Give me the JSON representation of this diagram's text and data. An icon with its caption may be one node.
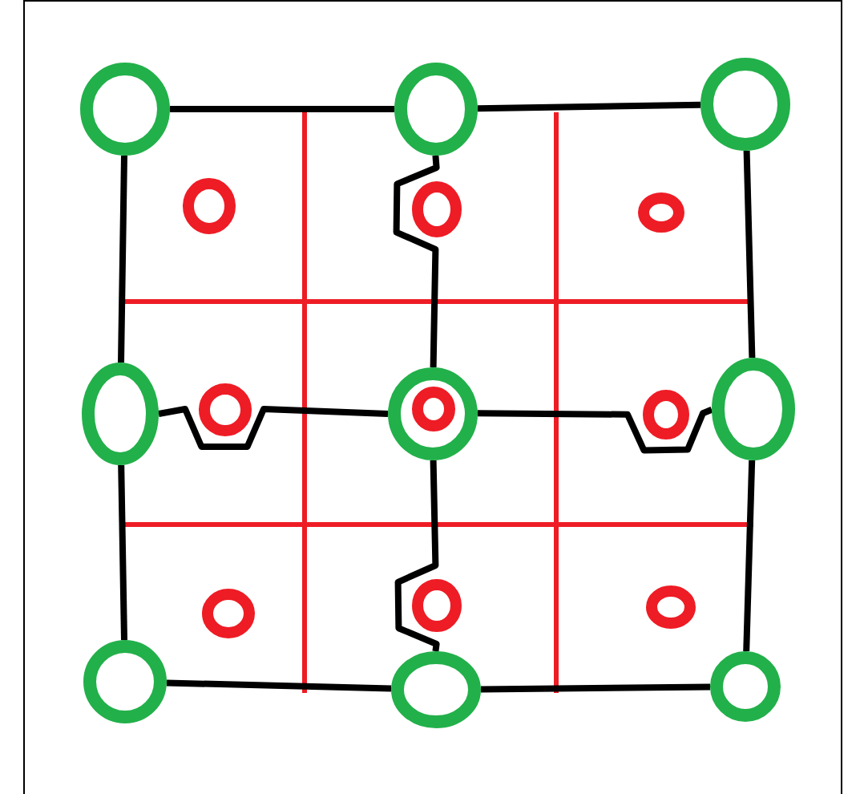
{
  "diagram": {
    "nodes": [
      {
        "text": [],
        "shape": "circle"
      },
      {
        "text": [],
        "shape": "circle"
      },
      {
        "text": [],
        "shape": "circle"
      },
      {
        "text": [],
        "shape": "circle"
      },
      {
        "text": [],
        "shape": "circle"
      },
      {
        "text": [],
        "shape": "circle"
      },
      {
        "text": [],
        "shape": "circle"
      },
      {
        "text": [],
        "shape": "circle"
      },
      {
        "text": [],
        "shape": "circle"
      },
      {
        "text": [],
        "shape": "circle"
      },
      {
        "text": [],
        "shape": "circle"
      },
      {
        "text": [],
        "shape": "circle"
      },
      {
        "text": [],
        "shape": "circle"
      },
      {
        "text": [],
        "shape": "circle",
        "in": 4
      },
      {
        "text": [],
        "shape": "circle"
      },
      {
        "text": [],
        "shape": "circle"
      },
      {
        "text": [],
        "shape": "circle"
      },
      {
        "text": [],
        "shape": "circle"
      }
    ],
    "edges": [
      {
        "from": 0,
        "to": 1,
        "arrow": "none"
      },
      {
        "from": 1,
        "to": 2,
        "arrow": "none"
      },
      {
        "from": 3,
        "to": 4,
        "arrow": "none"
      },
      {
        "from": 4,
        "to": 5,
        "arrow": "none"
      },
      {
        "from": 6,
        "to": 7,
        "arrow": "none"
      },
      {
        "from": 7,
        "to": 8,
        "arrow": "none"
      },
      {
        "from": 0,
        "to": 3,
        "arrow": "none"
      },
      {
        "from": 3,
        "to": 6,
        "arrow": "none"
      },
      {
        "from": 1,
        "to": 4,
        "arrow": "none"
      },
      {
        "from": 4,
        "to": 7,
        "arrow": "none"
      },
      {
        "from": 2,
        "to": 5,
        "arrow": "none"
      },
      {
        "from": 5,
        "to": 8,
        "arrow": "none"
      }
    ]
  }
}
